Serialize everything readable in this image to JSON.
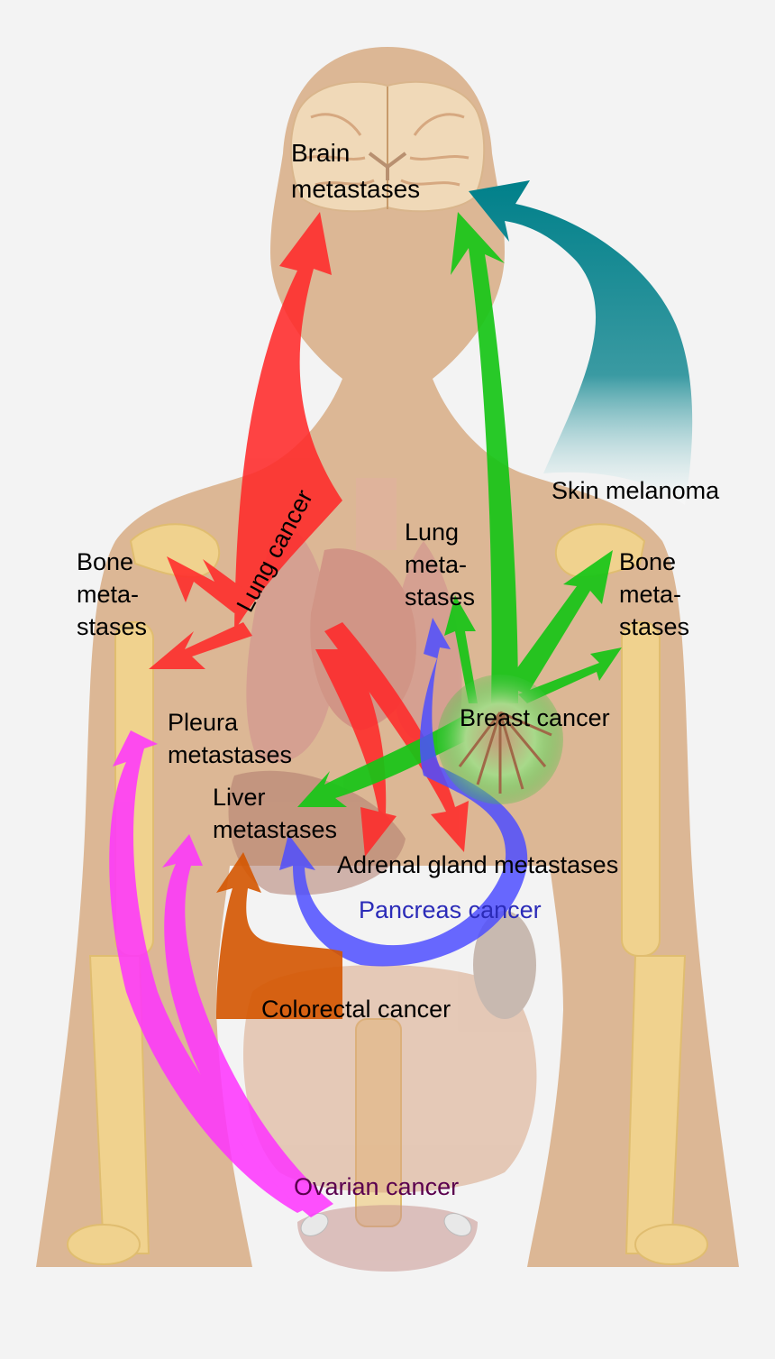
{
  "labels": {
    "brain": "Brain\nmetastases",
    "skin": "Skin melanoma",
    "bone_left": "Bone\nmeta-\nstases",
    "bone_right": "Bone\nmeta-\nstases",
    "lung_meta": "Lung\nmeta-\nstases",
    "lung_cancer": "Lung cancer",
    "breast": "Breast cancer",
    "pleura": "Pleura\nmetastases",
    "liver": "Liver\nmetastases",
    "adrenal": "Adrenal gland metastases",
    "pancreas": "Pancreas cancer",
    "colorectal": "Colorectal cancer",
    "ovarian": "Ovarian cancer"
  },
  "colors": {
    "body": "#dcb795",
    "bone": "#f0d28e",
    "lung_cancer": "#ff2a2a",
    "breast_cancer": "#1fc41f",
    "skin_melanoma": "#00808a",
    "pancreas_cancer": "#4d4dff",
    "colorectal_cancer": "#d45500",
    "ovarian_cancer": "#ff33ff",
    "pancreas_label": "#2b2bb8",
    "ovarian_label": "#5a004e"
  }
}
